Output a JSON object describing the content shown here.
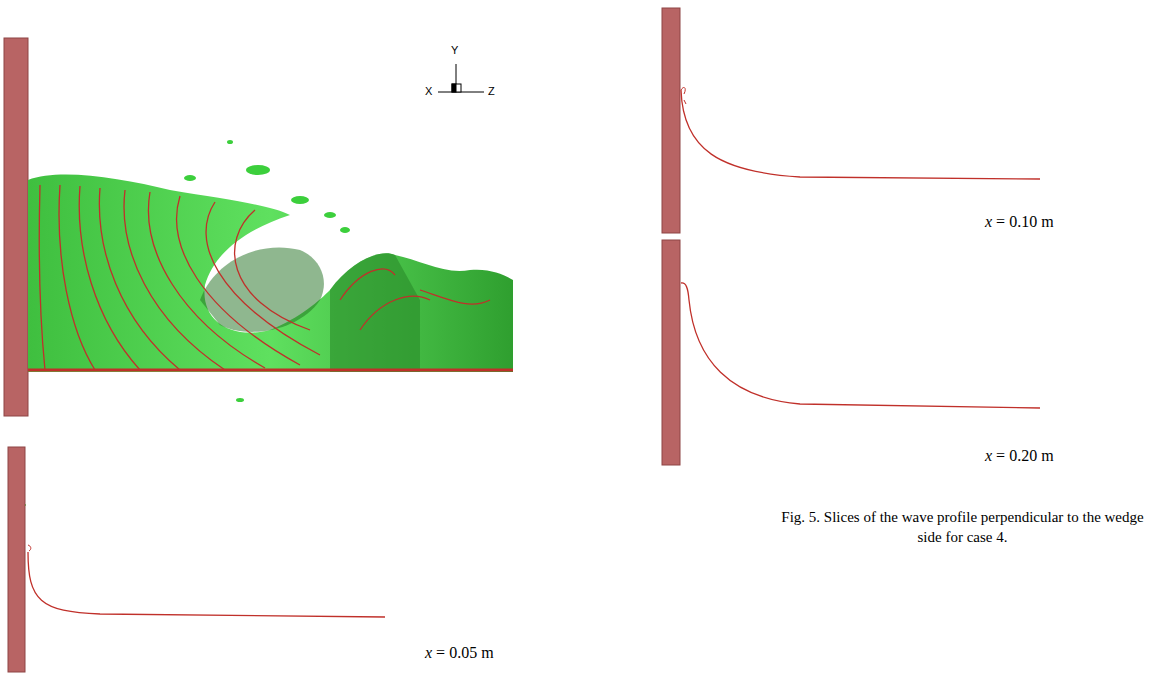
{
  "diagram": {
    "caption": "Fig. 5. Slices of the wave profile perpendicular to the wedge side for case 4.",
    "labels": [
      "Y",
      "X",
      "Z",
      "x = 0.10 m",
      "x = 0.20 m",
      "x = 0.05 m"
    ]
  }
}
